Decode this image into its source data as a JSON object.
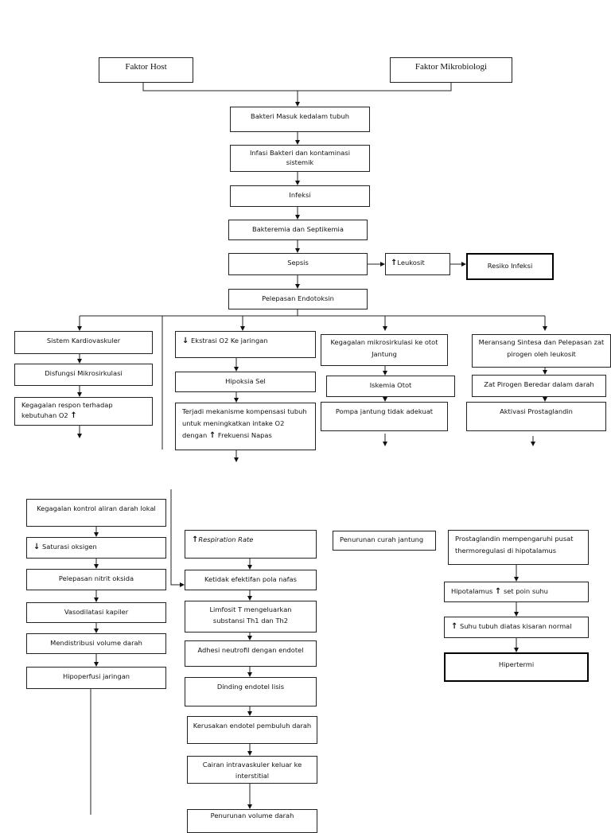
{
  "top": {
    "host": "Faktor Host",
    "mikro": "Faktor  Mikrobiologi"
  },
  "main": [
    "Bakteri Masuk kedalam tubuh",
    "Infasi Bakteri dan kontaminasi sistemik",
    "Infeksi",
    "Bakteremia dan Septikemia",
    "Sepsis",
    "Pelepasan Endotoksin"
  ],
  "leukosit": "Leukosit",
  "resiko_infeksi": "Resiko Infeksi",
  "col1": [
    "Sistem Kardiovaskuler",
    "Disfungsi Mikrosirkulasi",
    "Kegagalan respon terhadap kebutuhan O2"
  ],
  "col2": [
    "Ekstrasi O2 Ke jaringan",
    "Hipoksia Sel",
    "Terjadi mekanisme kompensasi tubuh untuk meningkatkan intake O2 dengan",
    "Frekuensi Napas"
  ],
  "col3": [
    "Kegagalan mikrosirkulasi ke otot Jantung",
    "Iskemia Otot",
    "Pompa jantung tidak adekuat"
  ],
  "col4": [
    "Meransang Sintesa dan Pelepasan zat pirogen oleh leukosit",
    "Zat Pirogen Beredar dalam darah",
    "Aktivasi Prostaglandin"
  ],
  "lower_left": [
    "Kegagalan kontrol aliran darah lokal",
    "Saturasi oksigen",
    "Pelepasan nitrit oksida",
    "Vasodilatasi kapiler",
    "Mendistribusi volume darah",
    "Hipoperfusi jaringan"
  ],
  "lower_mid": [
    "Respiration Rate",
    "Ketidak efektifan pola nafas",
    "Limfosit T mengeluarkan substansi Th1 dan Th2",
    "Adhesi neutrofil dengan endotel",
    "Dinding endotel lisis",
    "Kerusakan endotel pembuluh darah",
    "Cairan intravaskuler keluar ke interstitial",
    "Penurunan volume darah"
  ],
  "curah_jantung": "Penurunan curah jantung",
  "lower_right": [
    "Prostaglandin mempengaruhi pusat thermoregulasi di hipotalamus",
    "Hipotalamus",
    "set poin suhu",
    "Suhu tubuh diatas kisaran normal",
    "Hipertermi"
  ],
  "symbols": {
    "up": "↑",
    "down": "↓"
  }
}
